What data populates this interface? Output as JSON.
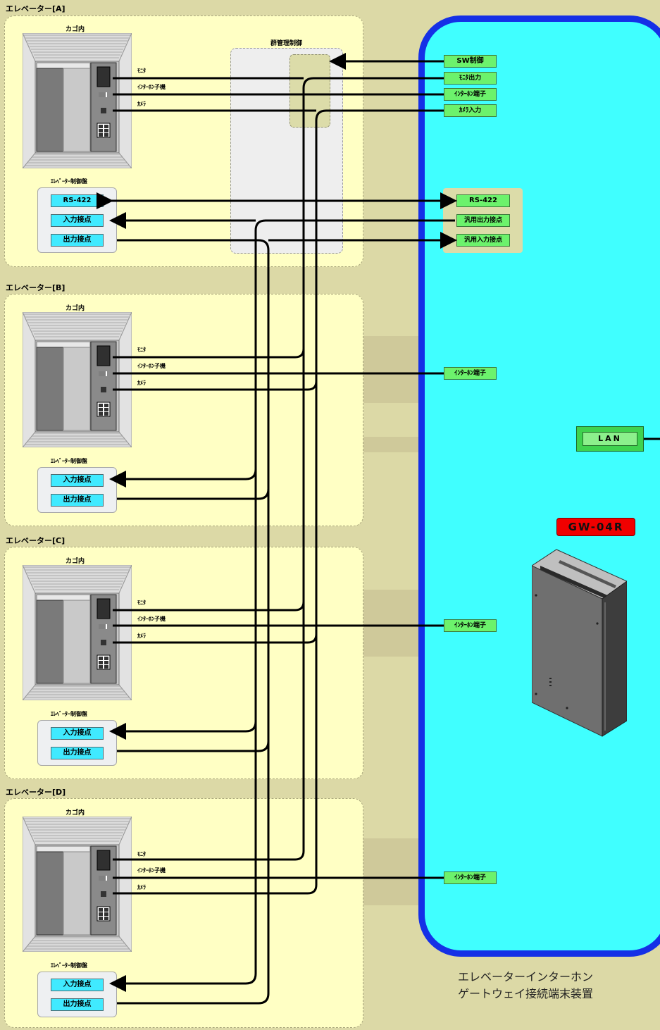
{
  "elevators": [
    {
      "title": "エレベーター[A]",
      "cab_label": "カゴ内",
      "panel_label": "ｴﾚﾍﾞｰﾀｰ制御盤",
      "cab_signals": [
        "ﾓﾆﾀ",
        "ｲﾝﾀｰﾎﾝ子機",
        "ｶﾒﾗ"
      ],
      "panel_buttons": [
        "RS-422",
        "入力接点",
        "出力接点"
      ]
    },
    {
      "title": "エレベーター[B]",
      "cab_label": "カゴ内",
      "panel_label": "ｴﾚﾍﾞｰﾀｰ制御盤",
      "cab_signals": [
        "ﾓﾆﾀ",
        "ｲﾝﾀｰﾎﾝ子機",
        "ｶﾒﾗ"
      ],
      "panel_buttons": [
        "入力接点",
        "出力接点"
      ]
    },
    {
      "title": "エレベーター[C]",
      "cab_label": "カゴ内",
      "panel_label": "ｴﾚﾍﾞｰﾀｰ制御盤",
      "cab_signals": [
        "ﾓﾆﾀ",
        "ｲﾝﾀｰﾎﾝ子機",
        "ｶﾒﾗ"
      ],
      "panel_buttons": [
        "入力接点",
        "出力接点"
      ]
    },
    {
      "title": "エレベーター[D]",
      "cab_label": "カゴ内",
      "panel_label": "ｴﾚﾍﾞｰﾀｰ制御盤",
      "cab_signals": [
        "ﾓﾆﾀ",
        "ｲﾝﾀｰﾎﾝ子機",
        "ｶﾒﾗ"
      ],
      "panel_buttons": [
        "入力接点",
        "出力接点"
      ]
    }
  ],
  "group_control": {
    "label": "群管理制御"
  },
  "gateway": {
    "ports_a": [
      "SW制御",
      "ﾓﾆﾀ出力",
      "ｲﾝﾀｰﾎﾝ端子",
      "ｶﾒﾗ入力"
    ],
    "ports_rs": [
      "RS-422",
      "汎用出力接点",
      "汎用入力接点"
    ],
    "intercom_port": "ｲﾝﾀｰﾎﾝ端子",
    "lan": "LAN",
    "model": "GW-04R",
    "title_line1": "エレベーターインターホン",
    "title_line2": "ゲートウェイ接続端末装置"
  },
  "colors": {
    "gateway_fill": "#40ffff",
    "gateway_border": "#1530e6",
    "button_cyan": "#40eaff",
    "button_green": "#6cf26c",
    "badge_red": "#f00000",
    "elevator_fill": "#ffffc4"
  }
}
